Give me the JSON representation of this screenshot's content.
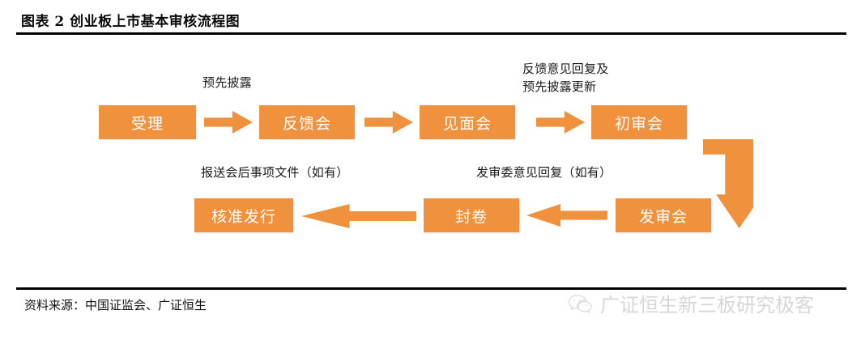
{
  "header": {
    "title": "图表 2  创业板上市基本审核流程图"
  },
  "footer": {
    "source": "资料来源：中国证监会、广证恒生",
    "watermark_icon": "wechat-icon",
    "watermark_text": "广证恒生新三板研究极客"
  },
  "colors": {
    "node_fill": "#F0913E",
    "arrow_fill": "#F0913E",
    "node_text": "#FFFFFF",
    "rule": "#000000",
    "caption_text": "#1A1A1A"
  },
  "chart_data": {
    "type": "diagram",
    "title": "图表 2  创业板上市基本审核流程图",
    "nodes": [
      {
        "id": "shouli",
        "label": "受理",
        "row": 1,
        "order": 1
      },
      {
        "id": "fankuihui",
        "label": "反馈会",
        "row": 1,
        "order": 2
      },
      {
        "id": "jianmianhui",
        "label": "见面会",
        "row": 1,
        "order": 3
      },
      {
        "id": "chushenhui",
        "label": "初审会",
        "row": 1,
        "order": 4
      },
      {
        "id": "fashenhui",
        "label": "发审会",
        "row": 2,
        "order": 1
      },
      {
        "id": "fengjuan",
        "label": "封卷",
        "row": 2,
        "order": 2
      },
      {
        "id": "hezhunfaxing",
        "label": "核准发行",
        "row": 2,
        "order": 3
      }
    ],
    "edges": [
      {
        "from": "shouli",
        "to": "fankuihui",
        "direction": "right",
        "label": "预先披露"
      },
      {
        "from": "fankuihui",
        "to": "jianmianhui",
        "direction": "right",
        "label": ""
      },
      {
        "from": "jianmianhui",
        "to": "chushenhui",
        "direction": "right",
        "label": "反馈意见回复及\n预先披露更新"
      },
      {
        "from": "chushenhui",
        "to": "fashenhui",
        "direction": "elbow-down",
        "label": ""
      },
      {
        "from": "fashenhui",
        "to": "fengjuan",
        "direction": "left",
        "label": "发审委意见回复（如有）"
      },
      {
        "from": "fengjuan",
        "to": "hezhunfaxing",
        "direction": "left",
        "label": "报送会后事项文件（如有）"
      }
    ],
    "captions": {
      "c1": "预先披露",
      "c2_line1": "反馈意见回复及",
      "c2_line2": "预先披露更新",
      "c3": "报送会后事项文件（如有）",
      "c4": "发审委意见回复（如有）"
    }
  }
}
